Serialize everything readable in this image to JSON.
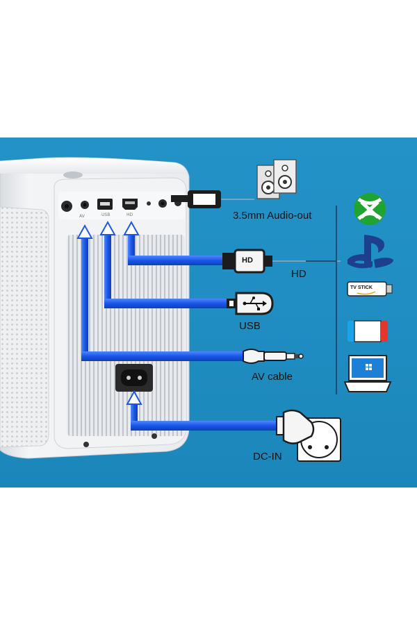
{
  "ports": {
    "av": "AV",
    "usb": "USB",
    "hd": "HD"
  },
  "connections": {
    "audio_out": "3.5mm Audio-out",
    "hd": "HD",
    "usb": "USB",
    "av": "AV cable",
    "dc_in": "DC-IN"
  },
  "cable_heads": {
    "hd": "HD"
  },
  "devices": {
    "tv_stick": "TV STICK"
  },
  "icons": [
    "xbox-icon",
    "playstation-icon",
    "tv-stick-icon",
    "handheld-console-icon",
    "laptop-icon",
    "speakers-icon",
    "usb-icon"
  ],
  "colors": {
    "background": "#2392c6",
    "cable_blue": "#1a56e8",
    "device_white": "#f4f5f7"
  }
}
